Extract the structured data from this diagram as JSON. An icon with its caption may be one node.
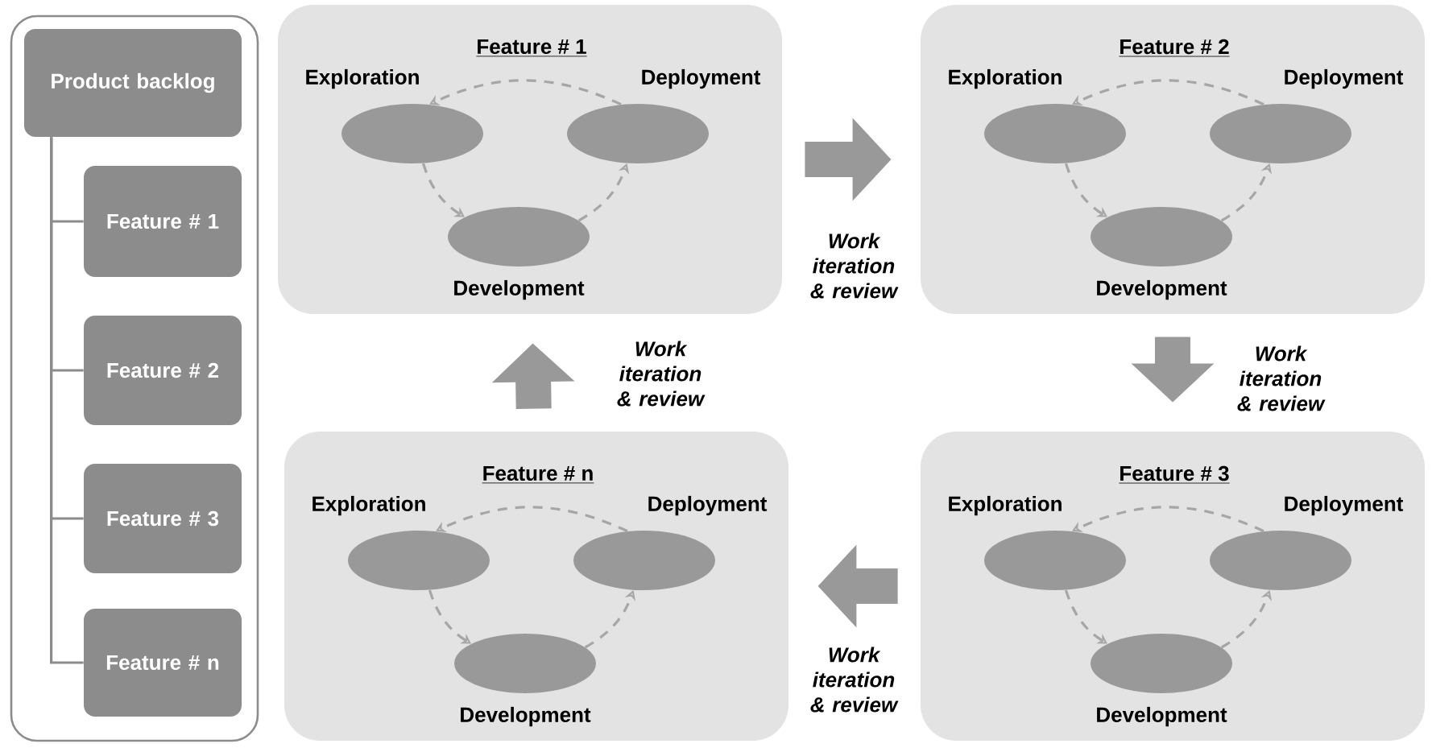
{
  "diagram": {
    "nodes": [
      {
        "text": [],
        "shape": "box"
      },
      {
        "text": [
          "Product backlog"
        ],
        "in": 0
      },
      {
        "text": [
          "Feature # 1"
        ],
        "in": 0
      },
      {
        "text": [
          "Feature # 2"
        ],
        "in": 0
      },
      {
        "text": [
          "Feature # 3"
        ],
        "in": 0
      },
      {
        "text": [
          "Feature # n"
        ],
        "in": 0
      },
      {
        "text": [
          "Feature # 1"
        ]
      },
      {
        "text": [
          "Exploration"
        ],
        "in": 6
      },
      {
        "text": [
          "Deployment"
        ],
        "in": 6
      },
      {
        "text": [
          "Development"
        ],
        "in": 6
      },
      {
        "text": [
          "Feature # 2"
        ]
      },
      {
        "text": [
          "Exploration"
        ],
        "in": 10
      },
      {
        "text": [
          "Deployment"
        ],
        "in": 10
      },
      {
        "text": [
          "Development"
        ],
        "in": 10
      },
      {
        "text": [
          "Feature # 3"
        ]
      },
      {
        "text": [
          "Exploration"
        ],
        "in": 14
      },
      {
        "text": [
          "Deployment"
        ],
        "in": 14
      },
      {
        "text": [
          "Development"
        ],
        "in": 14
      },
      {
        "text": [
          "Feature # n"
        ]
      },
      {
        "text": [
          "Exploration"
        ],
        "in": 18
      },
      {
        "text": [
          "Deployment"
        ],
        "in": 18
      },
      {
        "text": [
          "Development"
        ],
        "in": 18
      }
    ],
    "edges": [
      {
        "from": 1,
        "to": 2,
        "arrow": "none"
      },
      {
        "from": 1,
        "to": 3,
        "arrow": "none"
      },
      {
        "from": 1,
        "to": 4,
        "arrow": "none"
      },
      {
        "from": 1,
        "to": 5,
        "arrow": "none"
      },
      {
        "from": 7,
        "to": 9,
        "arrow": "to",
        "style": "dashed"
      },
      {
        "from": 9,
        "to": 8,
        "arrow": "to",
        "style": "dashed"
      },
      {
        "from": 8,
        "to": 7,
        "arrow": "to",
        "style": "dashed"
      },
      {
        "from": 11,
        "to": 13,
        "arrow": "to",
        "style": "dashed"
      },
      {
        "from": 13,
        "to": 12,
        "arrow": "to",
        "style": "dashed"
      },
      {
        "from": 12,
        "to": 11,
        "arrow": "to",
        "style": "dashed"
      },
      {
        "from": 15,
        "to": 17,
        "arrow": "to",
        "style": "dashed"
      },
      {
        "from": 17,
        "to": 16,
        "arrow": "to",
        "style": "dashed"
      },
      {
        "from": 16,
        "to": 15,
        "arrow": "to",
        "style": "dashed"
      },
      {
        "from": 19,
        "to": 21,
        "arrow": "to",
        "style": "dashed"
      },
      {
        "from": 21,
        "to": 20,
        "arrow": "to",
        "style": "dashed"
      },
      {
        "from": 20,
        "to": 19,
        "arrow": "to",
        "style": "dashed"
      },
      {
        "from": 6,
        "to": 10,
        "arrow": "to",
        "style": "thick",
        "label": "Work iteration & review"
      },
      {
        "from": 10,
        "to": 14,
        "arrow": "to",
        "style": "thick",
        "label": "Work iteration & review"
      },
      {
        "from": 14,
        "to": 18,
        "arrow": "to",
        "style": "thick",
        "label": "Work iteration & review"
      },
      {
        "from": 18,
        "to": 6,
        "arrow": "to",
        "style": "thick",
        "label": "Work iteration & review"
      }
    ]
  }
}
